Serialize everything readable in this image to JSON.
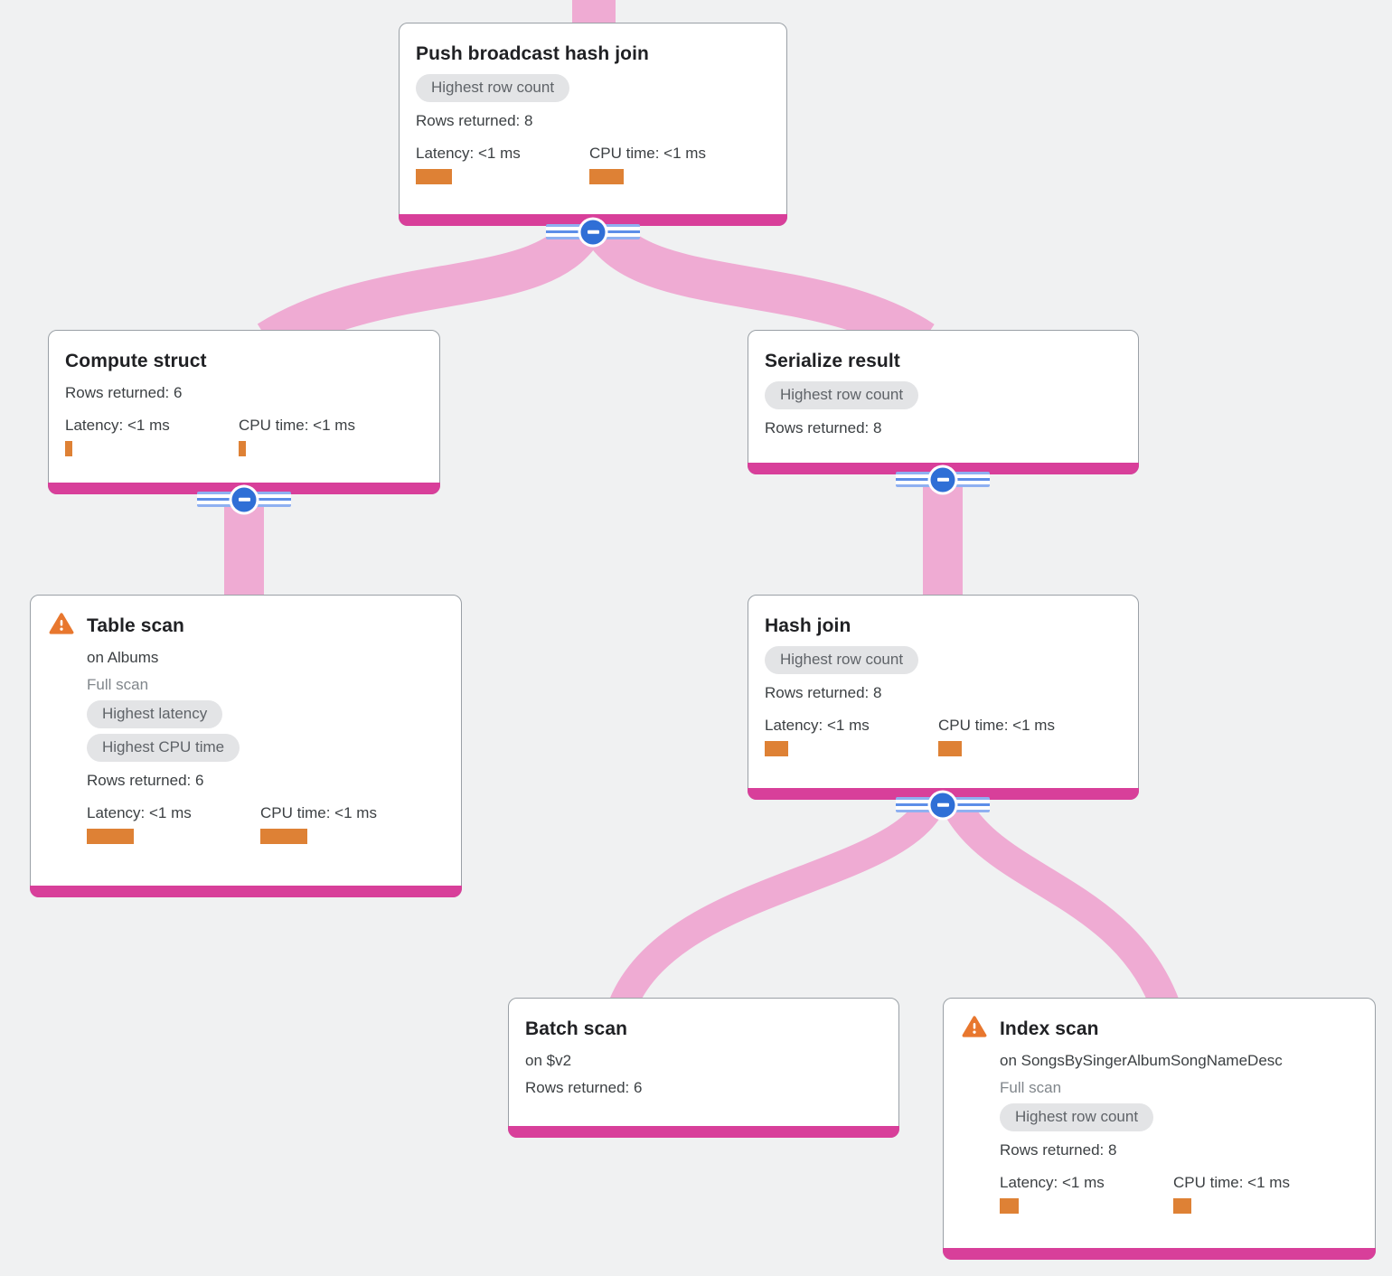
{
  "diagram": {
    "type": "query-plan-tree",
    "edges": [
      {
        "from": "Push broadcast hash join",
        "to": "Compute struct"
      },
      {
        "from": "Push broadcast hash join",
        "to": "Serialize result"
      },
      {
        "from": "Compute struct",
        "to": "Table scan"
      },
      {
        "from": "Serialize result",
        "to": "Hash join"
      },
      {
        "from": "Hash join",
        "to": "Batch scan"
      },
      {
        "from": "Hash join",
        "to": "Index scan"
      }
    ]
  },
  "colors": {
    "background": "#F0F1F2",
    "card_border": "#9AA0A6",
    "accent_pink_bar": "#D83F9A",
    "link_pink": "#EFABD3",
    "metric_bar_orange": "#DE8135",
    "collapse_button_blue": "#2F6FD6",
    "badge_bg": "#E3E4E6",
    "badge_text": "#5F6368",
    "warning_orange": "#E8772E"
  },
  "nodes": [
    {
      "title": "Push broadcast hash join",
      "badges": [
        "Highest row count"
      ],
      "rows_returned": "Rows returned: 8",
      "metrics": {
        "latency": {
          "label": "Latency: <1 ms",
          "bar_style": "width:40px"
        },
        "cpu": {
          "label": "CPU time: <1 ms",
          "bar_style": "width:38px"
        }
      }
    },
    {
      "title": "Compute struct",
      "rows_returned": "Rows returned: 6",
      "metrics": {
        "latency": {
          "label": "Latency: <1 ms",
          "bar_style": "width:8px"
        },
        "cpu": {
          "label": "CPU time: <1 ms",
          "bar_style": "width:8px"
        }
      }
    },
    {
      "title": "Serialize result",
      "badges": [
        "Highest row count"
      ],
      "rows_returned": "Rows returned: 8"
    },
    {
      "title": "Table scan",
      "has_warning": true,
      "operation": "on Albums",
      "scan_type": "Full scan",
      "badges": [
        "Highest latency",
        "Highest CPU time"
      ],
      "rows_returned": "Rows returned: 6",
      "metrics": {
        "latency": {
          "label": "Latency: <1 ms",
          "bar_style": "width:52px"
        },
        "cpu": {
          "label": "CPU time: <1 ms",
          "bar_style": "width:52px"
        }
      }
    },
    {
      "title": "Hash join",
      "badges": [
        "Highest row count"
      ],
      "rows_returned": "Rows returned: 8",
      "metrics": {
        "latency": {
          "label": "Latency: <1 ms",
          "bar_style": "width:26px"
        },
        "cpu": {
          "label": "CPU time: <1 ms",
          "bar_style": "width:26px"
        }
      }
    },
    {
      "title": "Batch scan",
      "operation": "on $v2",
      "rows_returned": "Rows returned: 6"
    },
    {
      "title": "Index scan",
      "has_warning": true,
      "operation": "on SongsBySingerAlbumSongNameDesc",
      "scan_type": "Full scan",
      "badges": [
        "Highest row count"
      ],
      "rows_returned": "Rows returned: 8",
      "metrics": {
        "latency": {
          "label": "Latency: <1 ms",
          "bar_style": "width:21px"
        },
        "cpu": {
          "label": "CPU time: <1 ms",
          "bar_style": "width:20px"
        }
      }
    }
  ]
}
